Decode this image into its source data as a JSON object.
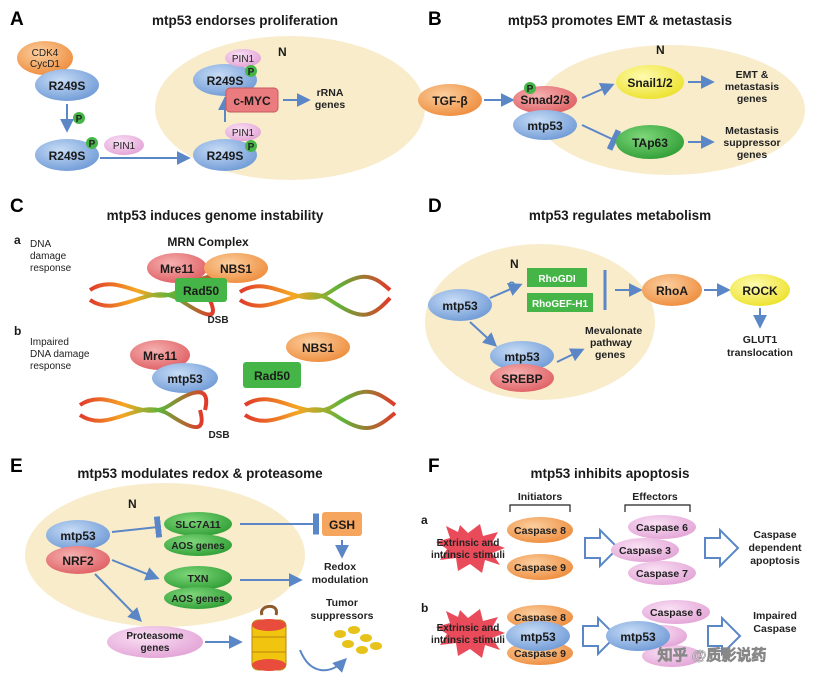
{
  "panelA": {
    "letter": "A",
    "title": "mtp53 endorses proliferation",
    "cdk4": "CDK4",
    "cycd1": "CycD1",
    "r249s": "R249S",
    "p": "P",
    "pin1": "PIN1",
    "n": "N",
    "cmyc": "c-MYC",
    "rrna": "rRNA",
    "genes": "genes"
  },
  "panelB": {
    "letter": "B",
    "title": "mtp53 promotes EMT & metastasis",
    "n": "N",
    "tgfb": "TGF-β",
    "smad": "Smad2/3",
    "p": "P",
    "mtp53": "mtp53",
    "snail": "Snail1/2",
    "tap63": "TAp63",
    "emt1": "EMT &",
    "emt2": "metastasis",
    "emt3": "genes",
    "met1": "Metastasis",
    "met2": "suppressor",
    "met3": "genes"
  },
  "panelC": {
    "letter": "C",
    "title": "mtp53 induces genome instability",
    "a": "a",
    "b": "b",
    "ddr1": "DNA",
    "ddr2": "damage",
    "ddr3": "response",
    "mrn": "MRN Complex",
    "mre11": "Mre11",
    "nbs1": "NBS1",
    "rad50": "Rad50",
    "dsb": "DSB",
    "imp1": "Impaired",
    "imp2": "DNA damage",
    "imp3": "response",
    "mtp53": "mtp53"
  },
  "panelD": {
    "letter": "D",
    "title": "mtp53 regulates metabolism",
    "n": "N",
    "q": "?",
    "mtp53": "mtp53",
    "rhogdi": "RhoGDI",
    "rhogef": "RhoGEF-H1",
    "rhoa": "RhoA",
    "rock": "ROCK",
    "glut1": "GLUT1",
    "transloc": "translocation",
    "srebp": "SREBP",
    "mev1": "Mevalonate",
    "mev2": "pathway",
    "mev3": "genes"
  },
  "panelE": {
    "letter": "E",
    "title": "mtp53 modulates redox & proteasome",
    "n": "N",
    "mtp53": "mtp53",
    "nrf2": "NRF2",
    "slc": "SLC7A11",
    "aos": "AOS genes",
    "txn": "TXN",
    "gsh": "GSH",
    "redox1": "Redox",
    "redox2": "modulation",
    "tumor1": "Tumor",
    "tumor2": "suppressors",
    "prot1": "Proteasome",
    "prot2": "genes"
  },
  "panelF": {
    "letter": "F",
    "title": "mtp53 inhibits apoptosis",
    "a": "a",
    "b": "b",
    "initiators": "Initiators",
    "effectors": "Effectors",
    "stim1": "Extrinsic and",
    "stim2": "intrinsic stimuli",
    "c8": "Caspase 8",
    "c9": "Caspase 9",
    "c6": "Caspase 6",
    "c3": "Caspase 3",
    "c7": "Caspase 7",
    "dep1": "Caspase",
    "dep2": "dependent",
    "dep3": "apoptosis",
    "imp1": "Impaired",
    "imp2": "Caspase",
    "mtp53": "mtp53"
  },
  "watermark": "知乎 @质影说药",
  "colors": {
    "nucleus": "#f8eccb",
    "blue": "#8bb2e3",
    "orange": "#f6a55e",
    "pink": "#eeb8e2",
    "red": "#ea7b7e",
    "green": "#46b547",
    "yellow": "#f7f23c",
    "arrow": "#5b87c7"
  }
}
